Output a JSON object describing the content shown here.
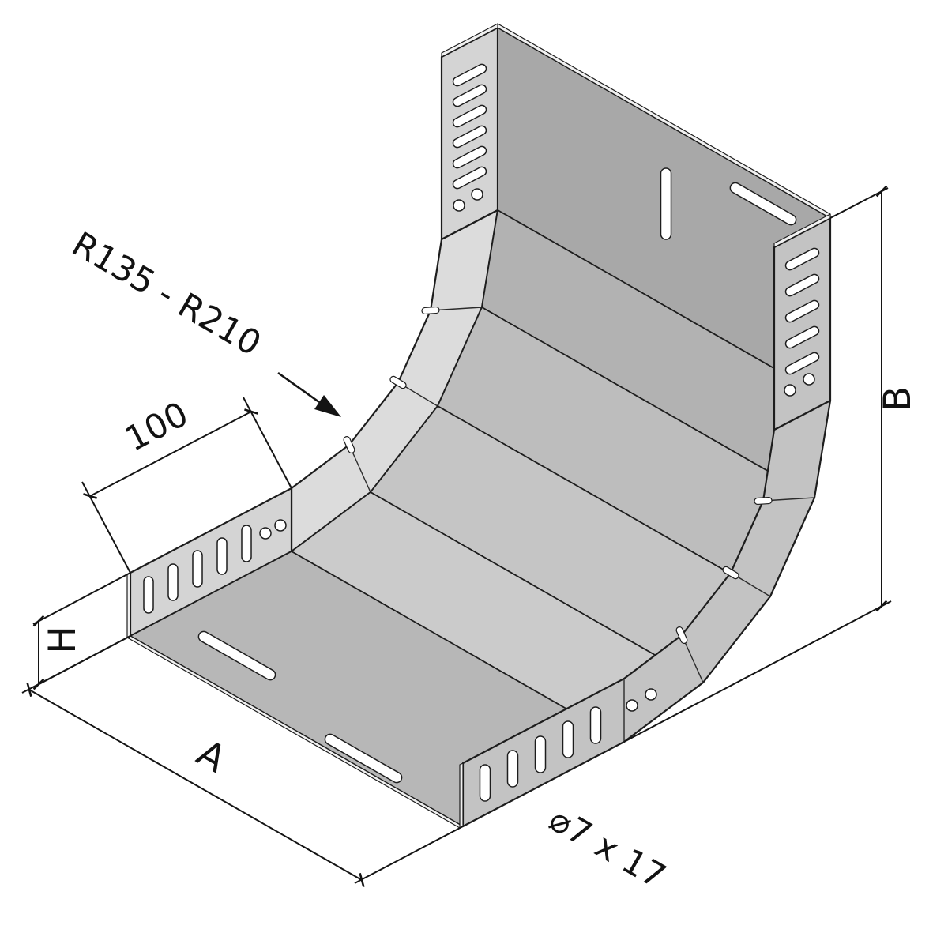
{
  "drawing": {
    "title": "cable-tray-inside-riser-technical-drawing",
    "labels": {
      "radius_range": "R135 - R210",
      "straight_length": "100",
      "height": "H",
      "width": "A",
      "rise": "B",
      "slot_size": "⌀7 x 17"
    },
    "colors": {
      "outline": "#1d1d1d",
      "face_outer": "#d4d4d4",
      "face_outer_band": "#dcdcdc",
      "seg_vertical": "#a8a8a8",
      "seg_b1": "#b2b2b2",
      "seg_b2": "#bdbdbd",
      "seg_b3": "#c5c5c5",
      "seg_b4": "#cbcbcb",
      "seg_base": "#b7b7b7",
      "face_inner": "#c3c3c3",
      "edge_face": "#f1f1f1",
      "hole": "#ffffff"
    }
  }
}
